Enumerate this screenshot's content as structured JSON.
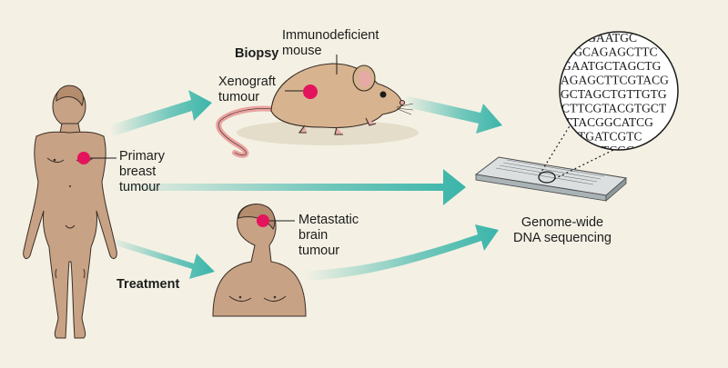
{
  "labels": {
    "biopsy": "Biopsy",
    "immunodeficient_mouse": "Immunodeficient\nmouse",
    "xenograft_tumour": "Xenograft\ntumour",
    "primary_breast_tumour": "Primary\nbreast\ntumour",
    "metastatic_brain_tumour": "Metastatic\nbrain\ntumour",
    "treatment": "Treatment",
    "genome_sequencing": "Genome-wide\nDNA sequencing"
  },
  "dna_lines": [
    "CTGAATGC",
    "TGCAGAGCTTC",
    "GAATGCTAGCTG",
    "AGAGCTTCGTACG",
    "GCTAGCTGTTGTG",
    "CTTCGTACGTGCT",
    "TTACGGCATCG",
    "CTGATCGTC",
    "GCTTCGG"
  ],
  "colors": {
    "background": "#f4f1e4",
    "skin": "#c8a285",
    "mouse": "#d7b48f",
    "tumour": "#e3145c",
    "arrow": "#3bb5aa",
    "outline": "#3a2e26"
  }
}
